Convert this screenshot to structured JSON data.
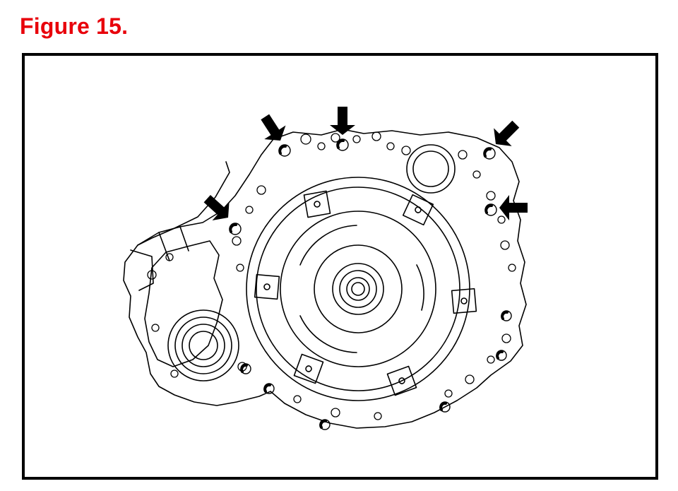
{
  "figure": {
    "title": "Figure 15.",
    "title_color": "#e8000b"
  },
  "diagram": {
    "subject": "transaxle-housing-line-drawing",
    "callout_count": 5,
    "arrow_color": "#000000",
    "line_color": "#000000"
  }
}
